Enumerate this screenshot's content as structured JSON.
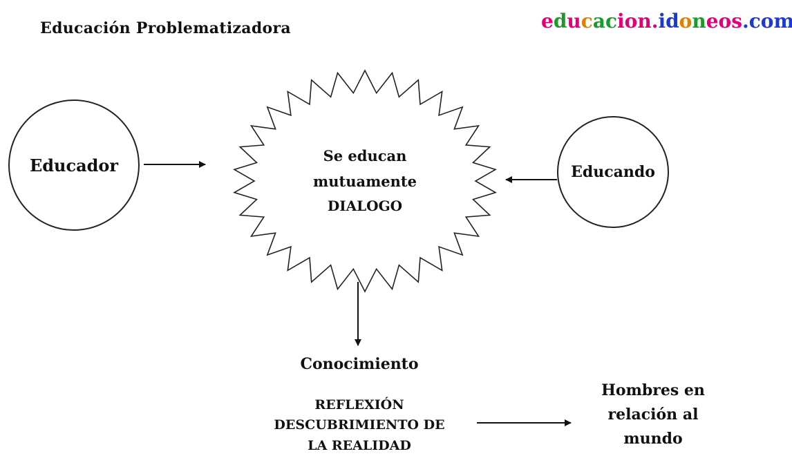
{
  "title": "Educación Problematizadora",
  "brand": {
    "segments": [
      {
        "text": "e",
        "color": "#e0007a"
      },
      {
        "text": "d",
        "color": "#1a9a2a"
      },
      {
        "text": "u",
        "color": "#e0007a"
      },
      {
        "text": "c",
        "color": "#e08000"
      },
      {
        "text": "ac",
        "color": "#1a9a2a"
      },
      {
        "text": "io",
        "color": "#e0007a"
      },
      {
        "text": "n.",
        "color": "#e0007a"
      },
      {
        "text": "id",
        "color": "#1a3ad0"
      },
      {
        "text": "o",
        "color": "#e08000"
      },
      {
        "text": "n",
        "color": "#1a9a2a"
      },
      {
        "text": "eos",
        "color": "#e0007a"
      },
      {
        "text": ".com",
        "color": "#1a3ad0"
      }
    ]
  },
  "nodes": {
    "educador": "Educador",
    "educando": "Educando",
    "center_lines": [
      "Se educan",
      "mutuamente",
      "DIALOGO"
    ]
  },
  "conocimiento": "Conocimiento",
  "reflexion_lines": [
    "REFLEXIÓN",
    "DESCUBRIMIENTO DE",
    "LA REALIDAD"
  ],
  "hombres_lines": [
    "Hombres en",
    "relación al",
    "mundo"
  ]
}
